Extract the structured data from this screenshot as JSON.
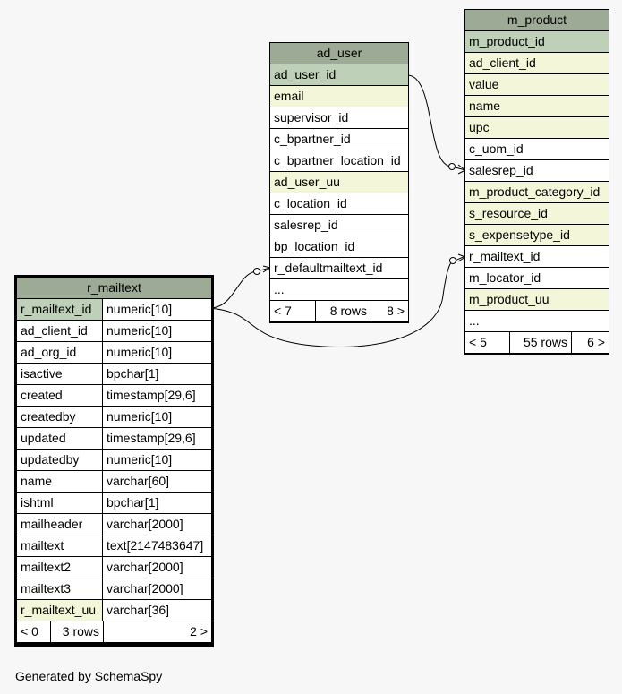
{
  "footer": {
    "generated_by": "Generated by SchemaSpy"
  },
  "r_mailtext": {
    "title": "r_mailtext",
    "columns": [
      {
        "name": "r_mailtext_id",
        "type": "numeric[10]",
        "style": "pk"
      },
      {
        "name": "ad_client_id",
        "type": "numeric[10]",
        "style": "plain"
      },
      {
        "name": "ad_org_id",
        "type": "numeric[10]",
        "style": "plain"
      },
      {
        "name": "isactive",
        "type": "bpchar[1]",
        "style": "plain"
      },
      {
        "name": "created",
        "type": "timestamp[29,6]",
        "style": "plain"
      },
      {
        "name": "createdby",
        "type": "numeric[10]",
        "style": "plain"
      },
      {
        "name": "updated",
        "type": "timestamp[29,6]",
        "style": "plain"
      },
      {
        "name": "updatedby",
        "type": "numeric[10]",
        "style": "plain"
      },
      {
        "name": "name",
        "type": "varchar[60]",
        "style": "plain"
      },
      {
        "name": "ishtml",
        "type": "bpchar[1]",
        "style": "plain"
      },
      {
        "name": "mailheader",
        "type": "varchar[2000]",
        "style": "plain"
      },
      {
        "name": "mailtext",
        "type": "text[2147483647]",
        "style": "plain"
      },
      {
        "name": "mailtext2",
        "type": "varchar[2000]",
        "style": "plain"
      },
      {
        "name": "mailtext3",
        "type": "varchar[2000]",
        "style": "plain"
      },
      {
        "name": "r_mailtext_uu",
        "type": "varchar[36]",
        "style": "idx"
      }
    ],
    "footer": {
      "parents": "< 0",
      "rows": "3 rows",
      "children": "2 >"
    }
  },
  "ad_user": {
    "title": "ad_user",
    "columns": [
      {
        "name": "ad_user_id",
        "style": "pk"
      },
      {
        "name": "email",
        "style": "idx"
      },
      {
        "name": "supervisor_id",
        "style": "plain"
      },
      {
        "name": "c_bpartner_id",
        "style": "plain"
      },
      {
        "name": "c_bpartner_location_id",
        "style": "plain"
      },
      {
        "name": "ad_user_uu",
        "style": "idx"
      },
      {
        "name": "c_location_id",
        "style": "plain"
      },
      {
        "name": "salesrep_id",
        "style": "plain"
      },
      {
        "name": "bp_location_id",
        "style": "plain"
      },
      {
        "name": "r_defaultmailtext_id",
        "style": "plain"
      },
      {
        "name": "...",
        "style": "plain"
      }
    ],
    "footer": {
      "parents": "< 7",
      "rows": "8 rows",
      "children": "8 >"
    }
  },
  "m_product": {
    "title": "m_product",
    "columns": [
      {
        "name": "m_product_id",
        "style": "pk"
      },
      {
        "name": "ad_client_id",
        "style": "idx"
      },
      {
        "name": "value",
        "style": "idx"
      },
      {
        "name": "name",
        "style": "idx"
      },
      {
        "name": "upc",
        "style": "idx"
      },
      {
        "name": "c_uom_id",
        "style": "plain"
      },
      {
        "name": "salesrep_id",
        "style": "plain"
      },
      {
        "name": "m_product_category_id",
        "style": "idx"
      },
      {
        "name": "s_resource_id",
        "style": "idx"
      },
      {
        "name": "s_expensetype_id",
        "style": "idx"
      },
      {
        "name": "r_mailtext_id",
        "style": "plain"
      },
      {
        "name": "m_locator_id",
        "style": "plain"
      },
      {
        "name": "m_product_uu",
        "style": "idx"
      },
      {
        "name": "...",
        "style": "plain"
      }
    ],
    "footer": {
      "parents": "< 5",
      "rows": "55 rows",
      "children": "6 >"
    }
  },
  "colors": {
    "header": "#9daa96",
    "primary_key": "#bfd0b8",
    "indexed": "#f3f6d8",
    "plain": "#ffffff",
    "background": "#f7f7f7"
  }
}
